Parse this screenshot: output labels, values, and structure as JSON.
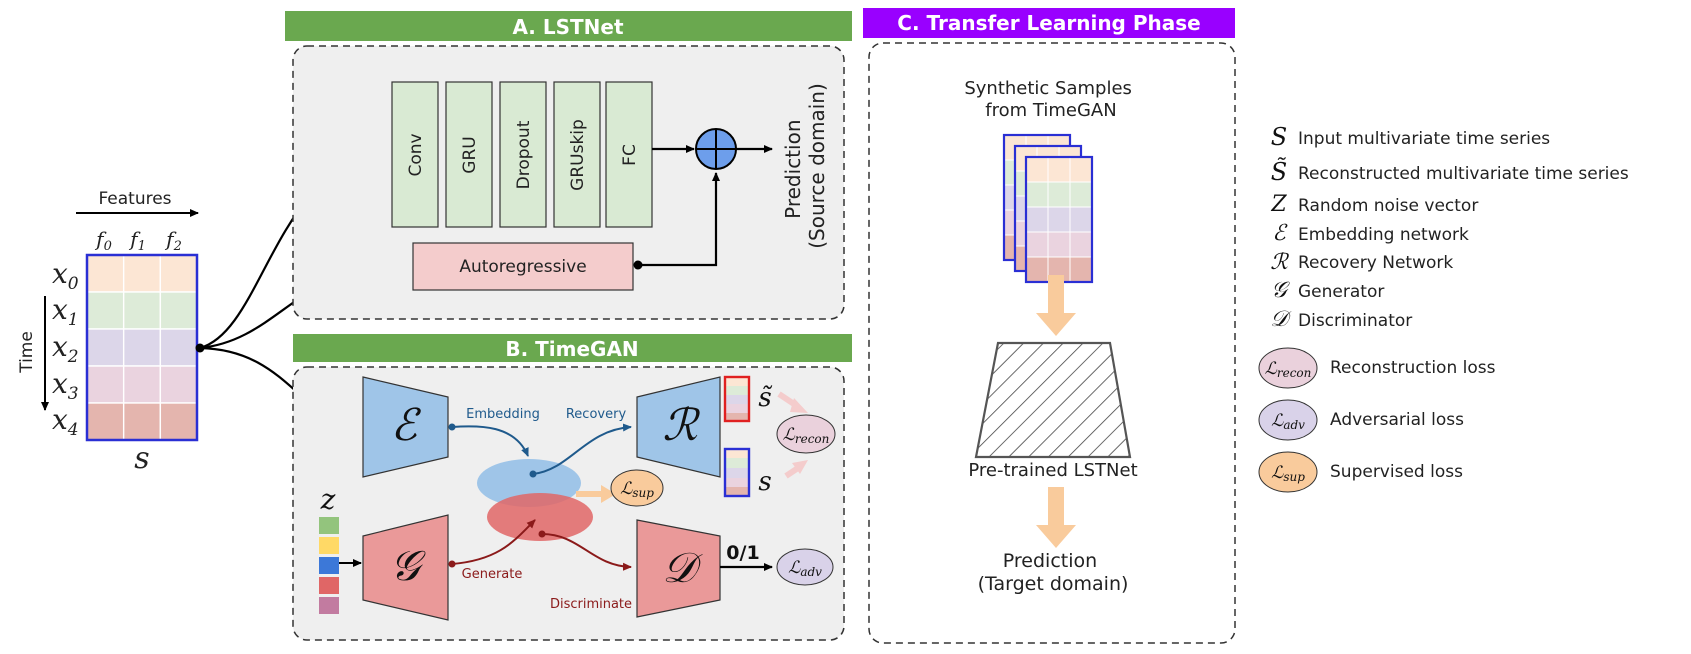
{
  "input": {
    "features_label": "Features",
    "time_label": "Time",
    "feature_headers": [
      "f0",
      "f1",
      "f2"
    ],
    "row_labels": [
      "x0",
      "x1",
      "x2",
      "x3",
      "x4"
    ],
    "row_colors": [
      "#FCE6D4",
      "#DDEBD8",
      "#DCD6E9",
      "#EAD3DF",
      "#E4B5AE"
    ],
    "matrix_label": "s"
  },
  "lstnet": {
    "banner": "A. LSTNet",
    "banner_color": "#6AA84F",
    "layers": [
      "Conv",
      "GRU",
      "Dropout",
      "GRUskip",
      "FC"
    ],
    "autoregressive": "Autoregressive",
    "prediction_line1": "Prediction",
    "prediction_line2": "(Source domain)"
  },
  "timegan": {
    "banner": "B. TimeGAN",
    "banner_color": "#6AA84F",
    "noise_label": "z",
    "noise_colors": [
      "#93C47D",
      "#FFD966",
      "#3C78D8",
      "#E06666",
      "#C27BA0"
    ],
    "embedding_label": "Embedding",
    "recovery_label": "Recovery",
    "generate_label": "Generate",
    "discriminate_label": "Discriminate",
    "recon_tilde_label": "s̃",
    "recon_s_label": "s",
    "output_label": "0/1",
    "embed_symbol": "ℰ",
    "recovery_symbol": "ℛ",
    "generator_symbol": "𝒢",
    "discriminator_symbol": "𝒟",
    "loss_recon": "ℒrecon",
    "loss_sup": "ℒsup",
    "loss_adv": "ℒadv"
  },
  "transfer": {
    "banner": "C. Transfer Learning Phase",
    "banner_color": "#9900FF",
    "samples_line1": "Synthetic Samples",
    "samples_line2": "from TimeGAN",
    "pretrained": "Pre-trained LSTNet",
    "prediction_line1": "Prediction",
    "prediction_line2": "(Target domain)"
  },
  "legend": {
    "items": [
      {
        "symbol": "S",
        "text": "Input multivariate time series"
      },
      {
        "symbol": "S̃",
        "text": "Reconstructed multivariate time series"
      },
      {
        "symbol": "Z",
        "text": "Random noise vector"
      },
      {
        "symbol": "ℰ",
        "text": "Embedding network"
      },
      {
        "symbol": "ℛ",
        "text": "Recovery Network"
      },
      {
        "symbol": "𝒢",
        "text": "Generator"
      },
      {
        "symbol": "𝒟",
        "text": "Discriminator"
      }
    ],
    "losses": [
      {
        "symbol": "ℒrecon",
        "text": "Reconstruction loss",
        "color": "#EAD1DC"
      },
      {
        "symbol": "ℒadv",
        "text": "Adversarial loss",
        "color": "#D9D2E9"
      },
      {
        "symbol": "ℒsup",
        "text": "Supervised loss",
        "color": "#F9CB9C"
      }
    ]
  }
}
